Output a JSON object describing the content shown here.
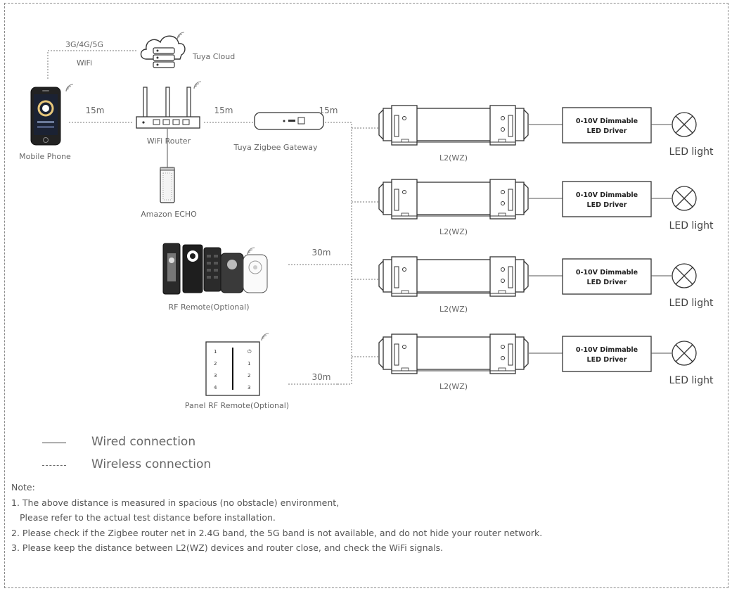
{
  "labels": {
    "mobile_phone": "Mobile Phone",
    "wifi_router": "WiFi Router",
    "tuya_cloud": "Tuya Cloud",
    "gateway": "Tuya Zigbee Gateway",
    "amazon_echo": "Amazon ECHO",
    "rf_remote": "RF Remote(Optional)",
    "panel_remote": "Panel RF Remote(Optional)",
    "network_line1": "3G/4G/5G",
    "network_line2": "WiFi"
  },
  "distances": {
    "phone_router": "15m",
    "router_gateway": "15m",
    "gateway_bus": "15m",
    "rf_remote": "30m",
    "panel_remote": "30m"
  },
  "panel_keys": {
    "left": [
      "1",
      "2",
      "3",
      "4"
    ],
    "right": [
      "⏻",
      "1",
      "2",
      "3"
    ]
  },
  "rows": [
    {
      "controller": "L2(WZ)",
      "driver_line1": "0-10V Dimmable",
      "driver_line2": "LED Driver",
      "light": "LED light"
    },
    {
      "controller": "L2(WZ)",
      "driver_line1": "0-10V Dimmable",
      "driver_line2": "LED Driver",
      "light": "LED light"
    },
    {
      "controller": "L2(WZ)",
      "driver_line1": "0-10V Dimmable",
      "driver_line2": "LED Driver",
      "light": "LED light"
    },
    {
      "controller": "L2(WZ)",
      "driver_line1": "0-10V Dimmable",
      "driver_line2": "LED Driver",
      "light": "LED light"
    }
  ],
  "legend": {
    "wired": "Wired connection",
    "wireless": "Wireless connection"
  },
  "notes": {
    "title": "Note:",
    "items": [
      "1. The above distance is measured in spacious (no obstacle) environment,",
      "Please refer to the actual test distance before installation.",
      "2. Please check if the Zigbee router net in 2.4G band, the 5G band is not available, and do not hide your router network.",
      "3. Please keep the distance between L2(WZ) devices and router close, and check the WiFi signals."
    ]
  },
  "colors": {
    "line": "#555555",
    "dashed": "#777777",
    "device": "#333333"
  },
  "icons": [
    "cloud-icon",
    "wifi-signal-icon",
    "router-icon",
    "phone-icon",
    "gateway-icon",
    "echo-icon",
    "remote-icon",
    "panel-remote-icon",
    "controller-icon",
    "driver-box",
    "bulb-icon"
  ]
}
